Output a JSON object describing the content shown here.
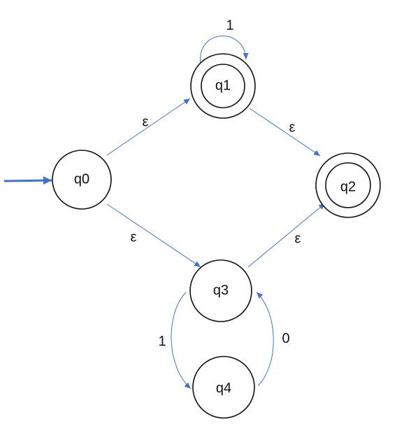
{
  "colors": {
    "edge": "#4472C4",
    "state_stroke": "#111111",
    "label": "#111111"
  },
  "states": {
    "q0": {
      "label": "q0",
      "initial": true,
      "accepting": false
    },
    "q1": {
      "label": "q1",
      "initial": false,
      "accepting": true
    },
    "q2": {
      "label": "q2",
      "initial": false,
      "accepting": true
    },
    "q3": {
      "label": "q3",
      "initial": false,
      "accepting": false
    },
    "q4": {
      "label": "q4",
      "initial": false,
      "accepting": false
    }
  },
  "transitions": {
    "q0_q1": {
      "from": "q0",
      "to": "q1",
      "label": "ε"
    },
    "q0_q3": {
      "from": "q0",
      "to": "q3",
      "label": "ε"
    },
    "q1_q2": {
      "from": "q1",
      "to": "q2",
      "label": "ε"
    },
    "q3_q2": {
      "from": "q3",
      "to": "q2",
      "label": "ε"
    },
    "q1_q1": {
      "from": "q1",
      "to": "q1",
      "label": "1"
    },
    "q3_q4": {
      "from": "q3",
      "to": "q4",
      "label": "1"
    },
    "q4_q3": {
      "from": "q4",
      "to": "q3",
      "label": "0"
    }
  }
}
